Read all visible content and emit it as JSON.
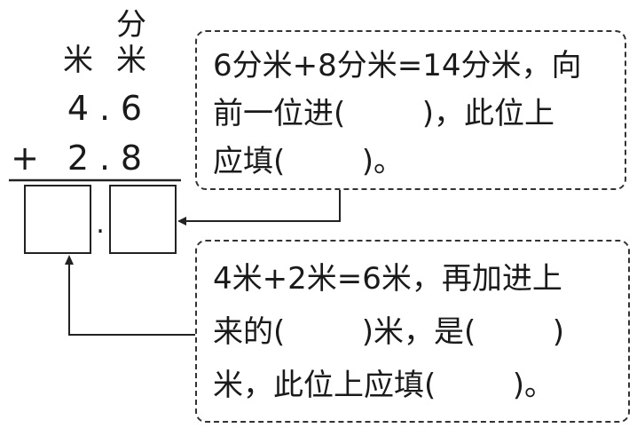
{
  "column_headers": {
    "fen": "分",
    "mi_left": "米",
    "mi_right": "米"
  },
  "addend1": {
    "whole": "4",
    "point": ".",
    "tenth": "6"
  },
  "addend2": {
    "sign": "+",
    "whole": "2",
    "point": ".",
    "tenth": "8"
  },
  "answer": {
    "point": "."
  },
  "top_box": {
    "lines": [
      "6分米+8分米=14分米，向",
      "前一位进(        )，此位上",
      "应填(        )。"
    ]
  },
  "bottom_box": {
    "lines": [
      "4米+2米=6米，再加进上",
      "来的(        )米，是(        )",
      "米，此位上应填(        )。"
    ]
  }
}
